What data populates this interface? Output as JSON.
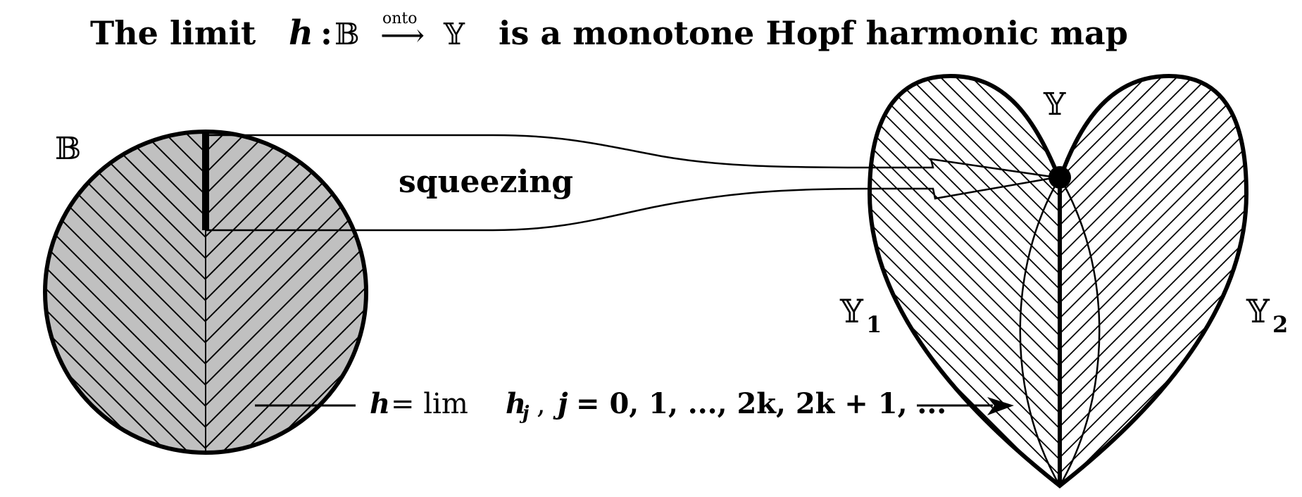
{
  "title": {
    "prefix": "The limit",
    "map_symbol": "h",
    "colon": ":",
    "domain": "𝔹",
    "onto": "onto",
    "arrow": "⟶",
    "codomain": "𝕐",
    "suffix": "is a monotone  Hopf harmonic map"
  },
  "labels": {
    "disk": "𝔹",
    "heart": "𝕐",
    "left_lobe": "𝕐",
    "left_lobe_sub": "1",
    "right_lobe": "𝕐",
    "right_lobe_sub": "2",
    "squeezing": "squeezing"
  },
  "formula": {
    "lhs": "h",
    "eq": "= lim",
    "hj": "h",
    "hj_sub": "j",
    "comma": ",",
    "j": "j",
    "rhs": "= 0, 1, ..., 2k, 2k + 1, ..."
  },
  "colors": {
    "stroke": "#000000",
    "disk_fill": "#c0c0c0",
    "background": "#ffffff"
  }
}
